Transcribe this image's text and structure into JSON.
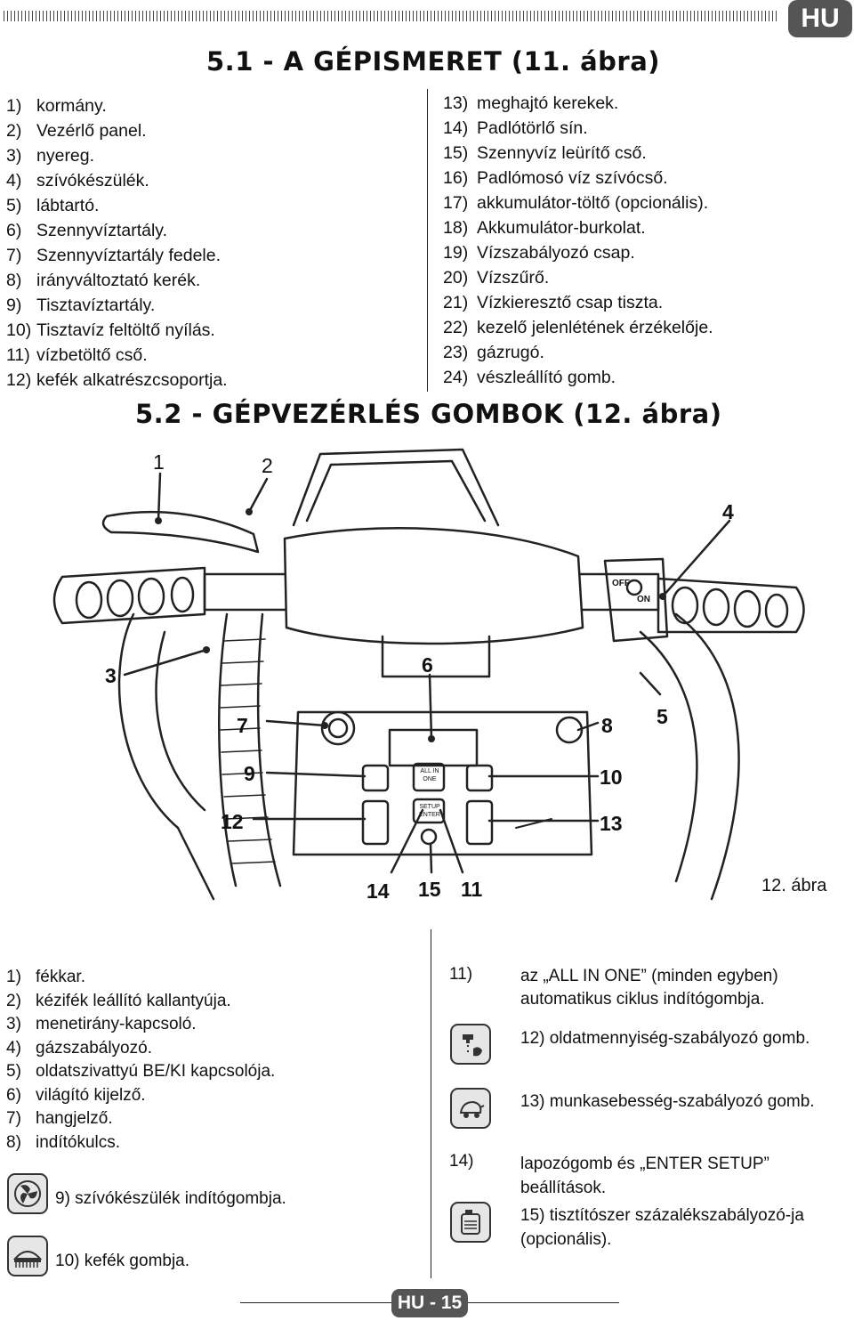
{
  "header": {
    "lang_badge": "HU"
  },
  "section1": {
    "title": "5.1 - A GÉPISMERET (11. ábra)",
    "left_items": [
      {
        "num": "1)",
        "text": "kormány."
      },
      {
        "num": "2)",
        "text": "Vezérlő panel."
      },
      {
        "num": "3)",
        "text": "nyereg."
      },
      {
        "num": "4)",
        "text": "szívókészülék."
      },
      {
        "num": "5)",
        "text": "lábtartó."
      },
      {
        "num": "6)",
        "text": "Szennyvíztartály."
      },
      {
        "num": "7)",
        "text": "Szennyvíztartály fedele."
      },
      {
        "num": "8)",
        "text": "irányváltoztató kerék."
      },
      {
        "num": "9)",
        "text": "Tisztavíztartály."
      },
      {
        "num": "10)",
        "text": "Tisztavíz feltöltő nyílás."
      },
      {
        "num": "11)",
        "text": "vízbetöltő cső."
      },
      {
        "num": "12)",
        "text": "kefék alkatrészcsoportja."
      }
    ],
    "right_items": [
      {
        "num": "13)",
        "text": "meghajtó kerekek."
      },
      {
        "num": "14)",
        "text": "Padlótörlő sín."
      },
      {
        "num": "15)",
        "text": "Szennyvíz leürítő cső."
      },
      {
        "num": "16)",
        "text": "Padlómosó víz szívócső."
      },
      {
        "num": "17)",
        "text": "akkumulátor-töltő (opcionális)."
      },
      {
        "num": "18)",
        "text": "Akkumulátor-burkolat."
      },
      {
        "num": "19)",
        "text": "Vízszabályozó csap."
      },
      {
        "num": "20)",
        "text": "Vízszűrő."
      },
      {
        "num": "21)",
        "text": "Vízkieresztő csap tiszta."
      },
      {
        "num": "22)",
        "text": "kezelő jelenlétének érzékelője."
      },
      {
        "num": "23)",
        "text": "gázrugó."
      },
      {
        "num": "24)",
        "text": "vészleállító gomb."
      }
    ]
  },
  "section2": {
    "title": "5.2 - GÉPVEZÉRLÉS GOMBOK (12. ábra)",
    "figure": {
      "caption": "12. ábra",
      "callouts": [
        "1",
        "2",
        "3",
        "4",
        "5",
        "6",
        "7",
        "8",
        "9",
        "10",
        "12",
        "13",
        "14",
        "15",
        "11"
      ],
      "switch_off": "OFF",
      "switch_on": "ON",
      "panel_all_in_one": "ALL IN ONE",
      "panel_setup_enter": "SETUP ENTER"
    },
    "left_items": [
      {
        "num": "1)",
        "text": "fékkar."
      },
      {
        "num": "2)",
        "text": "kézifék leállító kallantyúja."
      },
      {
        "num": "3)",
        "text": "menetirány-kapcsoló."
      },
      {
        "num": "4)",
        "text": "gázszabályozó."
      },
      {
        "num": "5)",
        "text": "oldatszivattyú BE/KI kapcsolója."
      },
      {
        "num": "6)",
        "text": "világító kijelző."
      },
      {
        "num": "7)",
        "text": "hangjelző."
      },
      {
        "num": "8)",
        "text": "indítókulcs."
      }
    ],
    "item9": "9)  szívókészülék indítógombja.",
    "item10": "10) kefék gombja.",
    "item11_num": "11)",
    "item11_text": "az „ALL IN ONE” (minden egyben) automatikus ciklus indítógombja.",
    "item12": "12)  oldatmennyiség-szabályozó gomb.",
    "item13": "13)  munkasebesség-szabályozó gomb.",
    "item14_num": "14)",
    "item14_text": "lapozógomb és „ENTER SETUP” beállítások.",
    "item15": "15) tisztítószer százalékszabályozó-ja (opcionális)."
  },
  "footer": {
    "page": "HU - 15"
  }
}
